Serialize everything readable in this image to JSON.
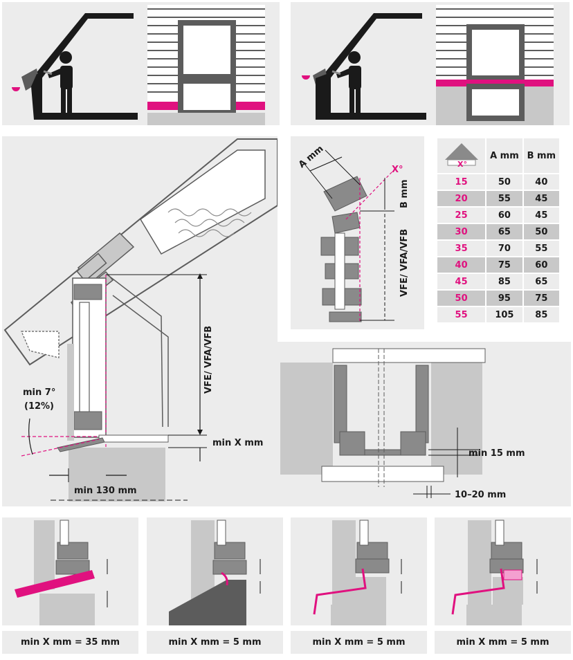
{
  "colors": {
    "accent": "#e0117f",
    "panel": "#ececec",
    "dark": "#1a1a1a",
    "grey": "#8a8a8a",
    "darkgrey": "#5c5c5c"
  },
  "scenes": {
    "left_icon": "person-at-roof-window-icon",
    "right_icon": "person-at-roof-window-icon"
  },
  "section": {
    "product_label": "VFE/ VFA/VFB",
    "angle_label": "min 7°",
    "angle_pct": "(12%)",
    "min_x": "min X mm",
    "min_130": "min 130 mm"
  },
  "detail": {
    "a_label": "A mm",
    "b_label": "B mm",
    "x_label": "X°",
    "product_label": "VFE/ VFA/VFB"
  },
  "table": {
    "header_angle": "X°",
    "header_a": "A mm",
    "header_b": "B mm",
    "rows": [
      {
        "x": "15",
        "a": "50",
        "b": "40"
      },
      {
        "x": "20",
        "a": "55",
        "b": "45"
      },
      {
        "x": "25",
        "a": "60",
        "b": "45"
      },
      {
        "x": "30",
        "a": "65",
        "b": "50"
      },
      {
        "x": "35",
        "a": "70",
        "b": "55"
      },
      {
        "x": "40",
        "a": "75",
        "b": "60"
      },
      {
        "x": "45",
        "a": "85",
        "b": "65"
      },
      {
        "x": "50",
        "a": "95",
        "b": "75"
      },
      {
        "x": "55",
        "a": "105",
        "b": "85"
      }
    ]
  },
  "plan": {
    "min_15": "min 15 mm",
    "gap": "10–20 mm"
  },
  "captions": [
    "min X mm = 35 mm",
    "min X mm = 5 mm",
    "min X mm = 5 mm",
    "min X mm = 5 mm"
  ]
}
